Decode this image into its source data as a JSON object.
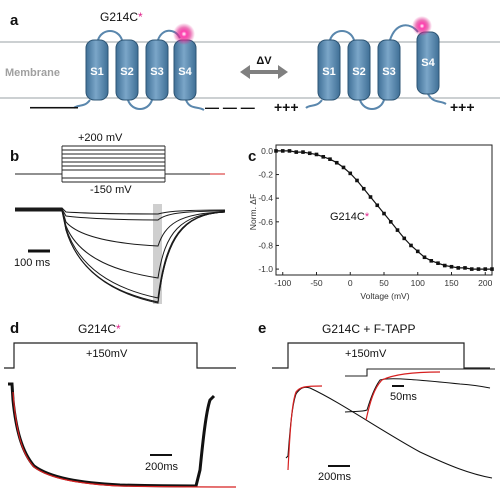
{
  "panel_a": {
    "letter": "a",
    "mutant_label": "G214C",
    "asterisk": "*",
    "membrane_label": "Membrane",
    "segments_left": [
      "S1",
      "S2",
      "S3",
      "S4"
    ],
    "segments_right": [
      "S1",
      "S2",
      "S3",
      "S4"
    ],
    "delta_v_label": "ΔV",
    "charge_minus": "———",
    "charge_minus_inner": "— — —",
    "charge_plus_inner": "+++",
    "charge_plus_right": "+++"
  },
  "panel_b": {
    "letter": "b",
    "top_voltage": "+200 mV",
    "bottom_voltage": "-150 mV",
    "scale_bar": "100 ms"
  },
  "panel_c": {
    "letter": "c",
    "series_label": "G214C",
    "asterisk": "*",
    "colors": {
      "trace": "#111111",
      "asterisk": "#e0208a",
      "fit": "#d62020"
    }
  },
  "panel_d": {
    "letter": "d",
    "title": "G214C",
    "asterisk": "*",
    "voltage": "+150mV",
    "scale_bar": "200ms"
  },
  "panel_e": {
    "letter": "e",
    "title": "G214C + F-TAPP",
    "voltage": "+150mV",
    "scale_bar_main": "200ms",
    "scale_bar_inset": "50ms"
  },
  "chart_data": {
    "type": "scatter",
    "title": "",
    "xlabel": "Voltage (mV)",
    "ylabel": "Norm. ΔF",
    "xlim": [
      -110,
      210
    ],
    "ylim": [
      -1.05,
      0.05
    ],
    "x_ticks": [
      -100,
      -50,
      0,
      50,
      100,
      150,
      200
    ],
    "y_ticks": [
      0.0,
      -0.2,
      -0.4,
      -0.6,
      -0.8,
      -1.0
    ],
    "series": [
      {
        "x": [
          -110,
          -100,
          -90,
          -80,
          -70,
          -60,
          -50,
          -40,
          -30,
          -20,
          -10,
          0,
          10,
          20,
          30,
          40,
          50,
          60,
          70,
          80,
          90,
          100,
          110,
          120,
          130,
          140,
          150,
          160,
          170,
          180,
          190,
          200,
          210
        ],
        "values": [
          0.0,
          0.0,
          0.0,
          -0.01,
          -0.01,
          -0.02,
          -0.03,
          -0.05,
          -0.07,
          -0.1,
          -0.14,
          -0.19,
          -0.25,
          -0.32,
          -0.39,
          -0.46,
          -0.53,
          -0.6,
          -0.67,
          -0.74,
          -0.8,
          -0.85,
          -0.9,
          -0.93,
          -0.95,
          -0.97,
          -0.98,
          -0.99,
          -0.99,
          -1.0,
          -1.0,
          -1.0,
          -1.0
        ]
      }
    ]
  }
}
